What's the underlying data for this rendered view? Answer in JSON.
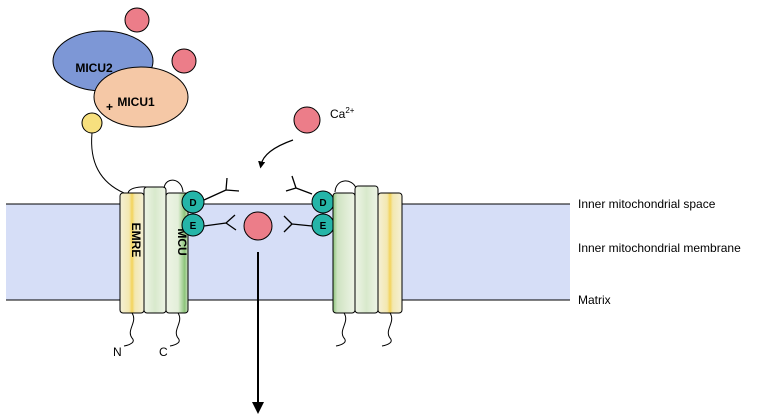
{
  "labels": {
    "micu2": "MICU2",
    "micu1": "MICU1",
    "plus": "+",
    "calcium": "Ca",
    "calcium_charge": "2+",
    "emre": "EMRE",
    "mcu": "MCU",
    "residue_d": "D",
    "residue_e": "E",
    "n_terminus": "N",
    "c_terminus": "C"
  },
  "regions": {
    "space": "Inner mitochondrial space",
    "membrane": "Inner mitochondrial membrane",
    "matrix": "Matrix"
  },
  "colors": {
    "membrane": "#d6def7",
    "micu2": "#7d97d6",
    "micu1": "#f5c8a6",
    "calcium": "#ec7d89",
    "activator": "#f7e07e",
    "residue": "#25b5a8",
    "emre_core": "#f3d35a",
    "mcu_core": "#7fbe6c"
  }
}
